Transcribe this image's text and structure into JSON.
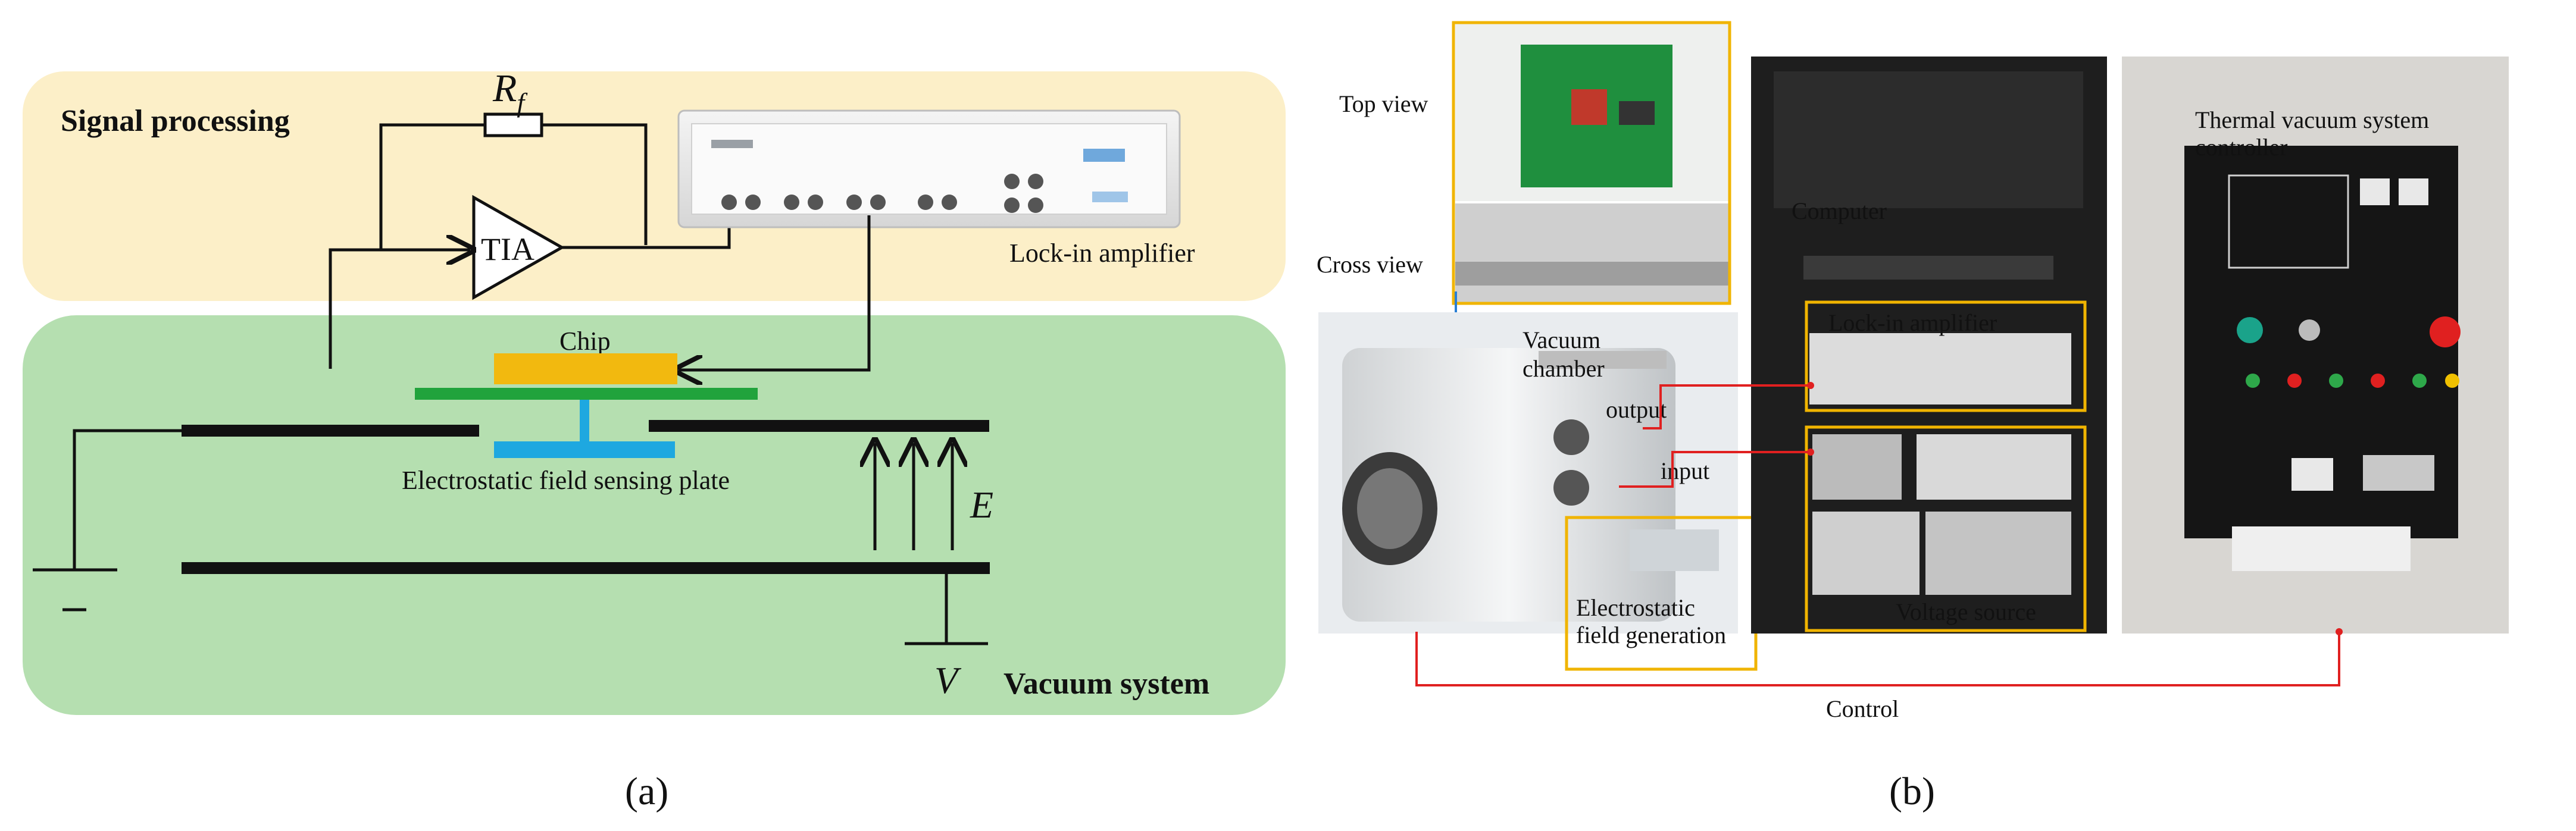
{
  "panel_a": {
    "signal_processing_label": "Signal processing",
    "vacuum_system_label": "Vacuum system",
    "tia_label": "TIA",
    "feedback_resistor": {
      "main": "R",
      "sub": "f"
    },
    "lock_in_label": "Lock-in amplifier",
    "chip_label": "Chip",
    "sensing_plate_label": "Electrostatic field sensing plate",
    "field_label": "E",
    "voltage_label": "V",
    "caption": "(a)",
    "colors": {
      "signal_bg": "#fcefc8",
      "vacuum_bg": "#b5dfb0",
      "chip": "#f2b90f",
      "green_plate": "#21a33c",
      "sensing_plate": "#1ea8e0"
    }
  },
  "panel_b": {
    "top_view_label": "Top view",
    "cross_view_label": "Cross view",
    "vacuum_chamber_label": [
      "Vacuum",
      "chamber"
    ],
    "output_label": "output",
    "input_label": "input",
    "computer_label": "Computer",
    "lock_in_label": "Lock-in amplifier",
    "voltage_source_label": "Voltage source",
    "field_generation_label": [
      "Electrostatic",
      "field generation"
    ],
    "controller_label": [
      "Thermal vacuum system",
      "controller"
    ],
    "control_label": "Control",
    "caption": "(b)",
    "colors": {
      "highlight_box": "#f0b400",
      "signal_wire": "#e02020",
      "view_arrow": "#2a7fd4"
    }
  }
}
